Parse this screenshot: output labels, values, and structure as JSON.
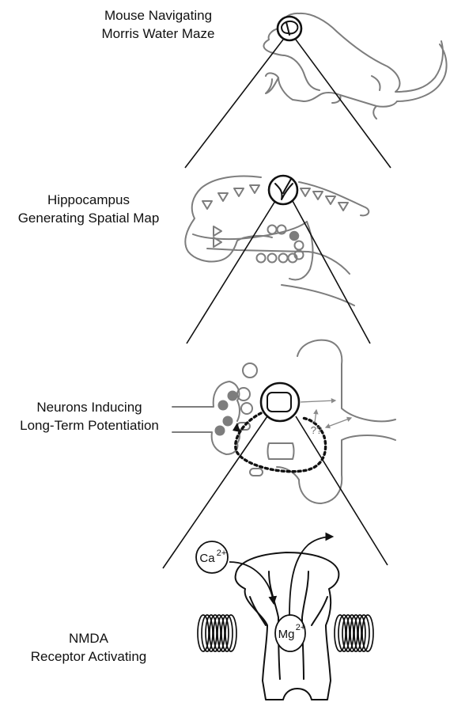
{
  "panels": [
    {
      "label_line1": "Mouse Navigating",
      "label_line2": "Morris Water Maze"
    },
    {
      "label_line1": "Hippocampus",
      "label_line2": "Generating Spatial Map"
    },
    {
      "label_line1": "Neurons Inducing",
      "label_line2": "Long-Term Potentiation"
    },
    {
      "label_line1": "NMDA",
      "label_line2": "Receptor Activating"
    }
  ],
  "ions": {
    "calcium": "Ca",
    "calcium_charge": "2+",
    "magnesium": "Mg",
    "magnesium_charge": "2+"
  },
  "unknown_mark": "??",
  "colors": {
    "outline": "#7d7d7d",
    "ink": "#111111",
    "vesicle_fill": "#7d7d7d"
  }
}
